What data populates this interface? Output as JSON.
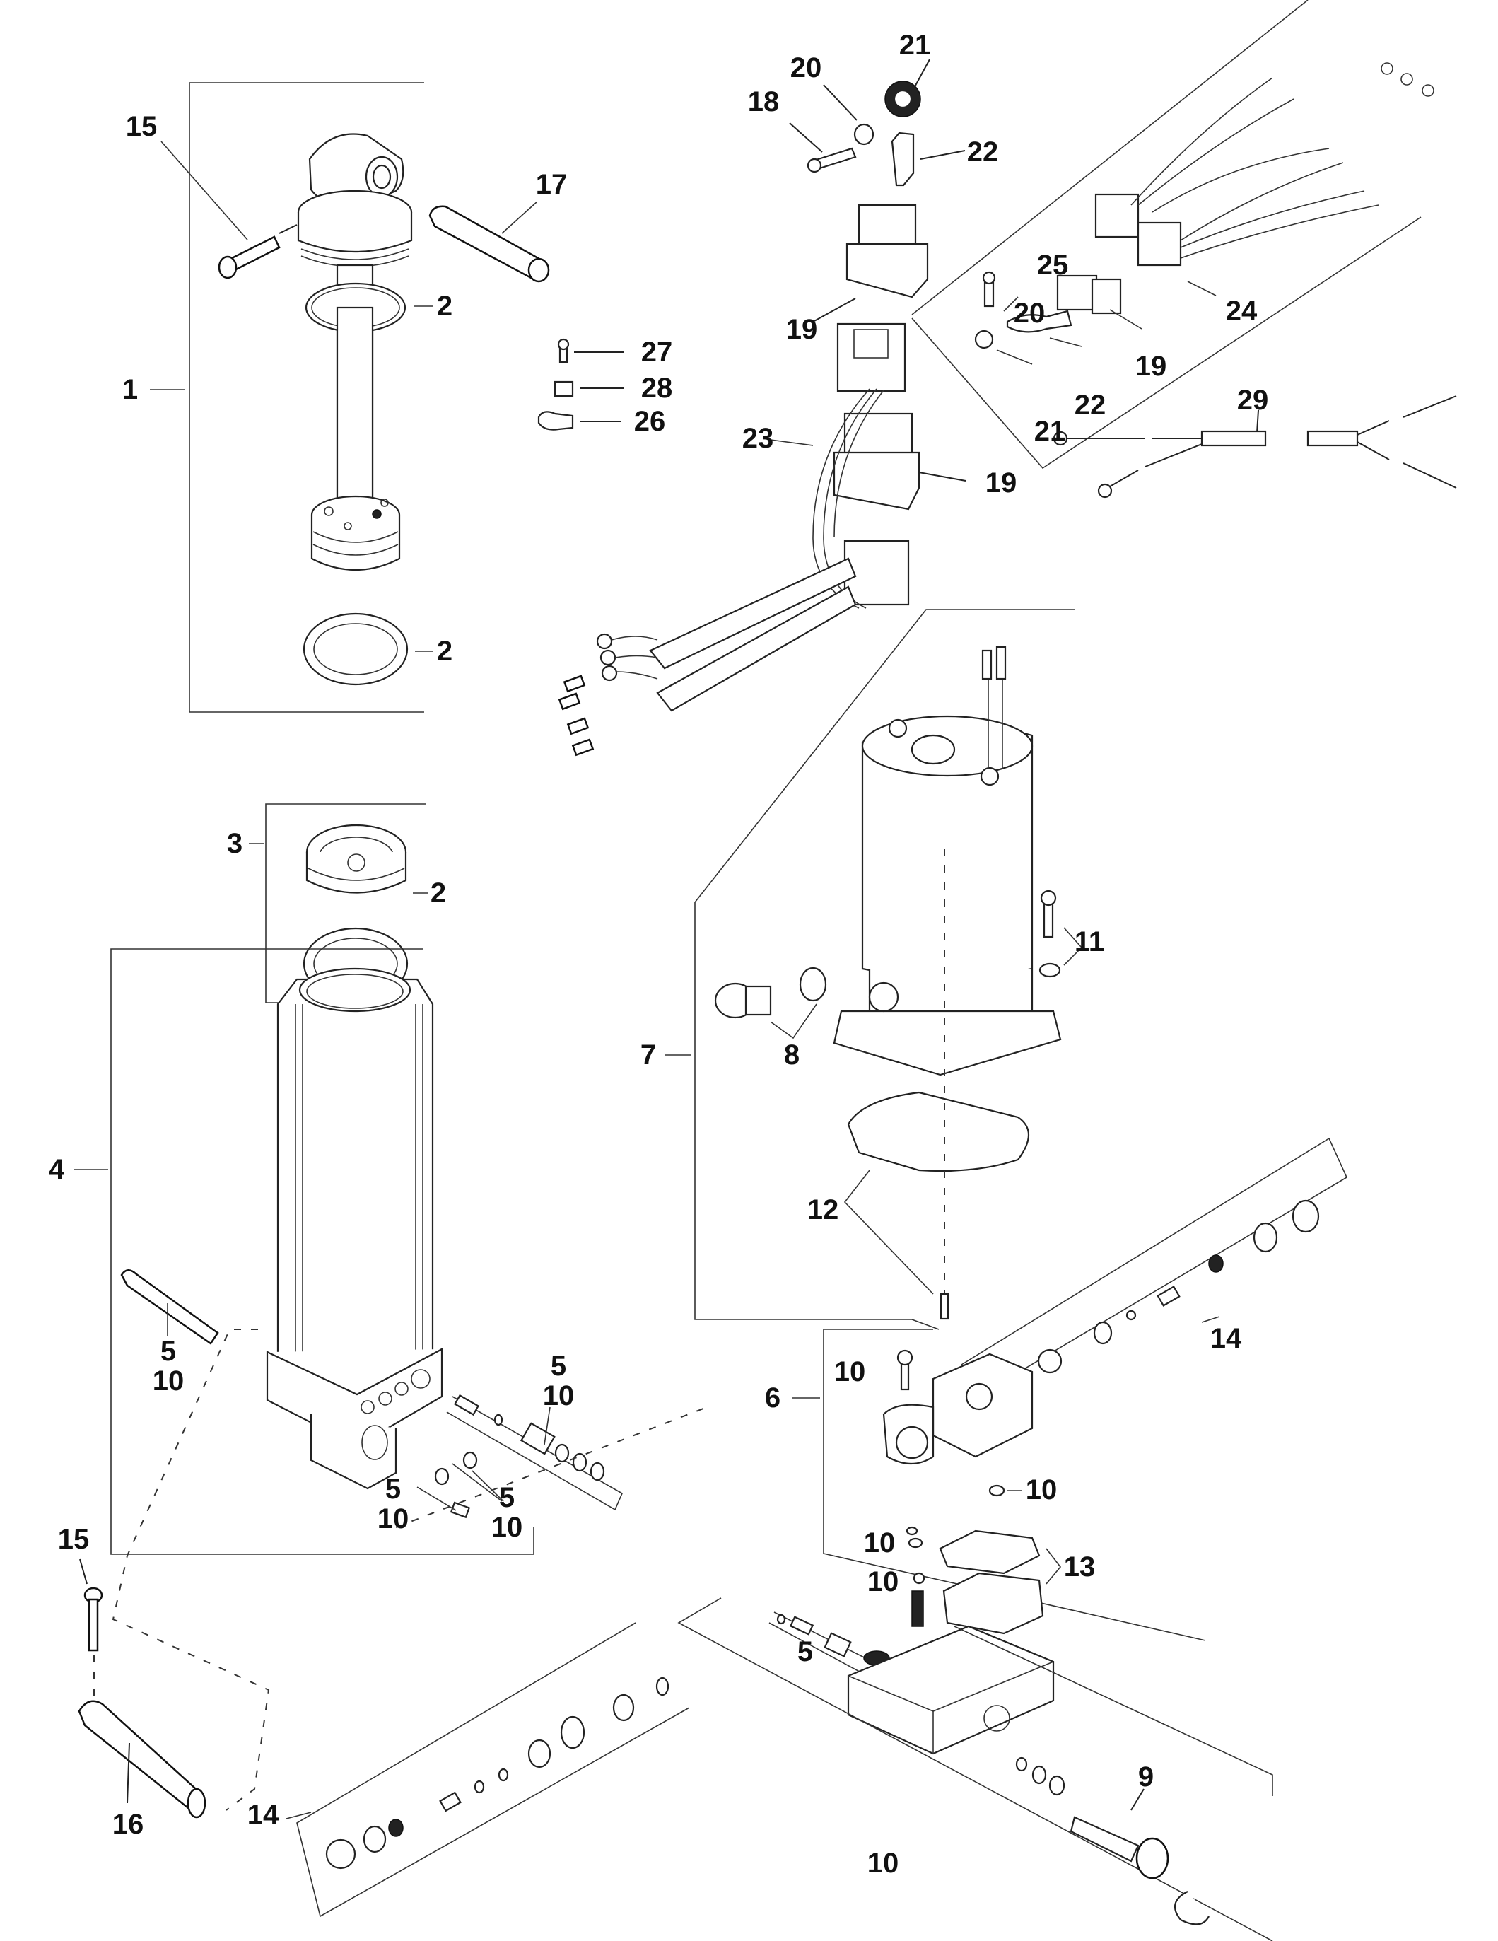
{
  "diagram": {
    "type": "exploded-parts-diagram",
    "subject": "Power trim pump and cylinder assembly",
    "callouts": [
      {
        "id": "c15a",
        "text": "15",
        "part": "bolt (trim ram pivot)"
      },
      {
        "id": "c17",
        "text": "17",
        "part": "pivot pin"
      },
      {
        "id": "c2a",
        "text": "2",
        "part": "o-ring"
      },
      {
        "id": "c1",
        "text": "1",
        "part": "trim ram assembly"
      },
      {
        "id": "c2b",
        "text": "2",
        "part": "o-ring"
      },
      {
        "id": "c3",
        "text": "3",
        "part": "cap assembly"
      },
      {
        "id": "c2c",
        "text": "2",
        "part": "o-ring"
      },
      {
        "id": "c4",
        "text": "4",
        "part": "cylinder assembly"
      },
      {
        "id": "c510a",
        "lines": [
          "5",
          "10"
        ],
        "part": "bolt"
      },
      {
        "id": "c510b",
        "lines": [
          "5",
          "10"
        ],
        "part": "valve / seals"
      },
      {
        "id": "c510c",
        "lines": [
          "5",
          "10"
        ],
        "part": "check valve"
      },
      {
        "id": "c510d",
        "lines": [
          "5",
          "10"
        ],
        "part": "o-rings"
      },
      {
        "id": "c15b",
        "text": "15",
        "part": "bolt"
      },
      {
        "id": "c16",
        "text": "16",
        "part": "pivot pin"
      },
      {
        "id": "c14a",
        "text": "14",
        "part": "valve kit (lower)"
      },
      {
        "id": "c18",
        "text": "18",
        "part": "screw"
      },
      {
        "id": "c20a",
        "text": "20",
        "part": "spacer"
      },
      {
        "id": "c21a",
        "text": "21",
        "part": "grommet"
      },
      {
        "id": "c22a",
        "text": "22",
        "part": "bracket"
      },
      {
        "id": "c19a",
        "text": "19",
        "part": "relay"
      },
      {
        "id": "c27",
        "text": "27",
        "part": "screw"
      },
      {
        "id": "c28",
        "text": "28",
        "part": "nut clip"
      },
      {
        "id": "c26",
        "text": "26",
        "part": "cable clamp"
      },
      {
        "id": "c23",
        "text": "23",
        "part": "wiring harness"
      },
      {
        "id": "c19b",
        "text": "19",
        "part": "relay"
      },
      {
        "id": "c25",
        "text": "25",
        "part": "relay"
      },
      {
        "id": "c20b",
        "text": "20",
        "part": "spacer"
      },
      {
        "id": "c19c",
        "text": "19",
        "part": "relay"
      },
      {
        "id": "c22b",
        "text": "22",
        "part": "bracket"
      },
      {
        "id": "c21b",
        "text": "21",
        "part": "grommet"
      },
      {
        "id": "c24",
        "text": "24",
        "part": "wiring harness (alt)"
      },
      {
        "id": "c29",
        "text": "29",
        "part": "adapter harness"
      },
      {
        "id": "c11",
        "text": "11",
        "part": "screw and washer"
      },
      {
        "id": "c8",
        "text": "8",
        "part": "fill plug and o-ring"
      },
      {
        "id": "c7",
        "text": "7",
        "part": "pump motor assembly"
      },
      {
        "id": "c12",
        "text": "12",
        "part": "gasket and pin"
      },
      {
        "id": "c14b",
        "text": "14",
        "part": "valve kit (upper)"
      },
      {
        "id": "c10a",
        "text": "10",
        "part": "screw"
      },
      {
        "id": "c6",
        "text": "6",
        "part": "pump assembly"
      },
      {
        "id": "c10b",
        "text": "10",
        "part": "o-ring"
      },
      {
        "id": "c10c",
        "text": "10",
        "part": "o-rings"
      },
      {
        "id": "c13",
        "text": "13",
        "part": "filter / seal"
      },
      {
        "id": "c10d",
        "text": "10",
        "part": "ball / spring"
      },
      {
        "id": "c5",
        "text": "5",
        "part": "valve parts"
      },
      {
        "id": "c9",
        "text": "9",
        "part": "manual release valve"
      },
      {
        "id": "c10e",
        "text": "10",
        "part": "seals"
      }
    ]
  }
}
